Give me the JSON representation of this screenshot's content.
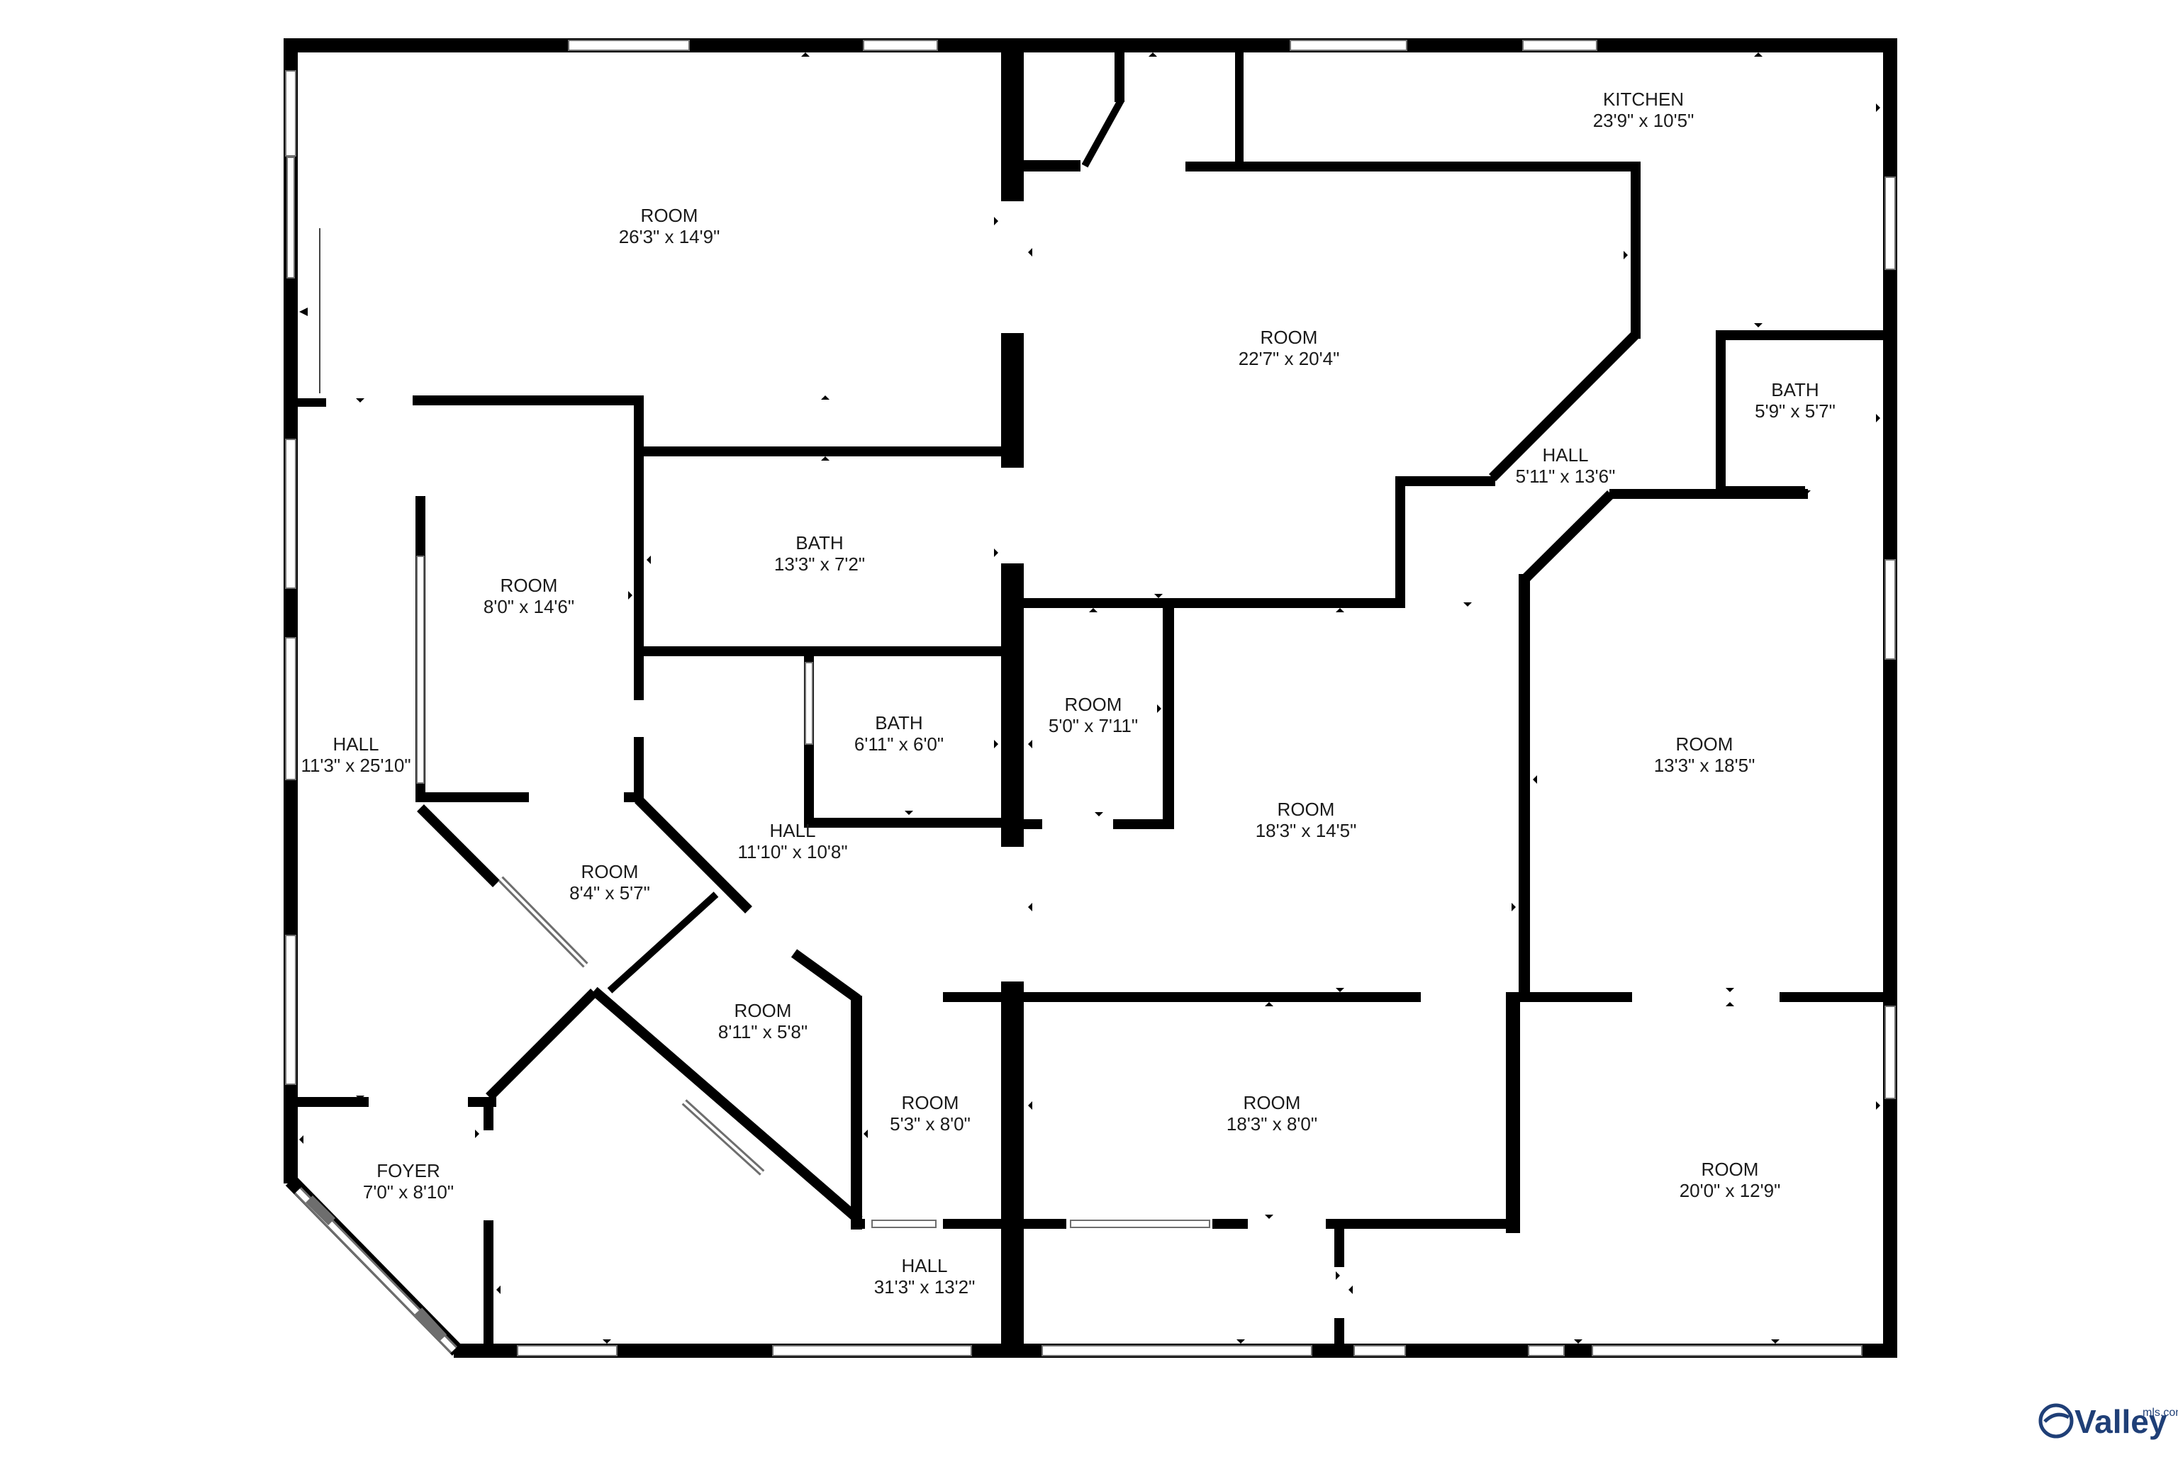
{
  "rooms": [
    {
      "name": "ROOM",
      "dims": "26'3\" x 14'9\""
    },
    {
      "name": "KITCHEN",
      "dims": "23'9\" x 10'5\""
    },
    {
      "name": "ROOM",
      "dims": "22'7\" x 20'4\""
    },
    {
      "name": "BATH",
      "dims": "5'9\" x 5'7\""
    },
    {
      "name": "HALL",
      "dims": "5'11\" x 13'6\""
    },
    {
      "name": "ROOM",
      "dims": "8'0\" x 14'6\""
    },
    {
      "name": "BATH",
      "dims": "13'3\" x 7'2\""
    },
    {
      "name": "BATH",
      "dims": "6'11\" x 6'0\""
    },
    {
      "name": "ROOM",
      "dims": "5'0\" x 7'11\""
    },
    {
      "name": "HALL",
      "dims": "11'3\" x 25'10\""
    },
    {
      "name": "ROOM",
      "dims": "13'3\" x 18'5\""
    },
    {
      "name": "ROOM",
      "dims": "18'3\" x 14'5\""
    },
    {
      "name": "HALL",
      "dims": "11'10\" x 10'8\""
    },
    {
      "name": "ROOM",
      "dims": "8'4\" x 5'7\""
    },
    {
      "name": "ROOM",
      "dims": "8'11\" x 5'8\""
    },
    {
      "name": "ROOM",
      "dims": "5'3\" x 8'0\""
    },
    {
      "name": "ROOM",
      "dims": "18'3\" x 8'0\""
    },
    {
      "name": "ROOM",
      "dims": "20'0\" x 12'9\""
    },
    {
      "name": "FOYER",
      "dims": "7'0\" x 8'10\""
    },
    {
      "name": "HALL",
      "dims": "31'3\" x 13'2\""
    }
  ],
  "logo": {
    "brand": "Valley",
    "sub": "mls.com"
  },
  "colors": {
    "wall": "#000000",
    "window_frame": "#6e6e6e",
    "logo": "#1f3f77"
  }
}
